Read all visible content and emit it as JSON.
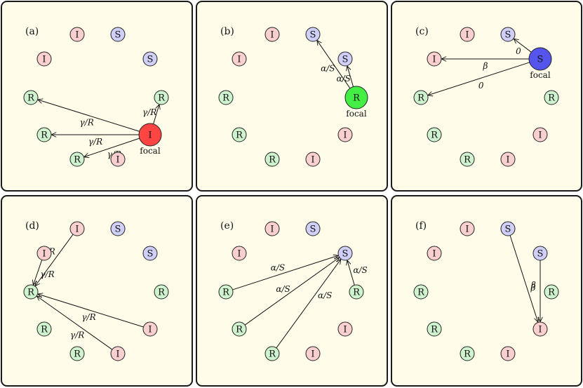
{
  "colors": {
    "I": "#f9cfcf",
    "S": "#cfcff7",
    "R": "#cff3cf",
    "focal_I": "#ff4444",
    "focal_S": "#5555ee",
    "focal_R": "#44ee44"
  },
  "labels": {
    "I": "I",
    "S": "S",
    "R": "R",
    "focal": "focal",
    "gamma_R": "γ/R",
    "alpha_S": "α/S",
    "beta": "β",
    "zero": "0"
  },
  "panels": [
    {
      "tag": "(a)",
      "nodes": [
        {
          "k": "I",
          "p": 0
        },
        {
          "k": "S",
          "p": 1
        },
        {
          "k": "I",
          "p": 2
        },
        {
          "k": "S",
          "p": 3
        },
        {
          "k": "R",
          "p": 4
        },
        {
          "k": "R",
          "p": 5
        },
        {
          "k": "R",
          "p": 6
        },
        {
          "k": "I",
          "p": 7,
          "focal": true
        },
        {
          "k": "R",
          "p": 8
        },
        {
          "k": "I",
          "p": 9
        }
      ],
      "edges": [
        {
          "from": 7,
          "to": 4,
          "label": "gamma_R"
        },
        {
          "from": 7,
          "to": 6,
          "label": "gamma_R"
        },
        {
          "from": 7,
          "to": 8,
          "label": "gamma_R"
        },
        {
          "from": 7,
          "to": 5,
          "label": "gamma_R"
        }
      ]
    },
    {
      "tag": "(b)",
      "nodes": [
        {
          "k": "I",
          "p": 0
        },
        {
          "k": "S",
          "p": 1
        },
        {
          "k": "I",
          "p": 2
        },
        {
          "k": "S",
          "p": 3
        },
        {
          "k": "R",
          "p": 4
        },
        {
          "k": "R",
          "p": 5,
          "focal": true
        },
        {
          "k": "R",
          "p": 6
        },
        {
          "k": "I",
          "p": 7
        },
        {
          "k": "R",
          "p": 8
        },
        {
          "k": "I",
          "p": 9
        }
      ],
      "edges": [
        {
          "from": 5,
          "to": 1,
          "label": "alpha_S"
        },
        {
          "from": 5,
          "to": 3,
          "label": "alpha_S"
        }
      ]
    },
    {
      "tag": "(c)",
      "nodes": [
        {
          "k": "I",
          "p": 0
        },
        {
          "k": "S",
          "p": 1
        },
        {
          "k": "I",
          "p": 2
        },
        {
          "k": "S",
          "p": 3,
          "focal": true
        },
        {
          "k": "R",
          "p": 4
        },
        {
          "k": "R",
          "p": 5
        },
        {
          "k": "R",
          "p": 6
        },
        {
          "k": "I",
          "p": 7
        },
        {
          "k": "R",
          "p": 8
        },
        {
          "k": "I",
          "p": 9
        }
      ],
      "edges": [
        {
          "from": 3,
          "to": 1,
          "label": "zero"
        },
        {
          "from": 3,
          "to": 2,
          "label": "beta"
        },
        {
          "from": 3,
          "to": 4,
          "label": "zero"
        }
      ]
    },
    {
      "tag": "(d)",
      "nodes": [
        {
          "k": "I",
          "p": 0
        },
        {
          "k": "S",
          "p": 1
        },
        {
          "k": "I",
          "p": 2
        },
        {
          "k": "S",
          "p": 3
        },
        {
          "k": "R",
          "p": 4
        },
        {
          "k": "R",
          "p": 5
        },
        {
          "k": "R",
          "p": 6
        },
        {
          "k": "I",
          "p": 7
        },
        {
          "k": "R",
          "p": 8
        },
        {
          "k": "I",
          "p": 9
        }
      ],
      "edges": [
        {
          "from": 0,
          "to": 4,
          "label": "gamma_R"
        },
        {
          "from": 2,
          "to": 4,
          "label": "gamma_R"
        },
        {
          "from": 7,
          "to": 4,
          "label": "gamma_R"
        },
        {
          "from": 9,
          "to": 4,
          "label": "gamma_R"
        }
      ]
    },
    {
      "tag": "(e)",
      "nodes": [
        {
          "k": "I",
          "p": 0
        },
        {
          "k": "S",
          "p": 1
        },
        {
          "k": "I",
          "p": 2
        },
        {
          "k": "S",
          "p": 3
        },
        {
          "k": "R",
          "p": 4
        },
        {
          "k": "R",
          "p": 5
        },
        {
          "k": "R",
          "p": 6
        },
        {
          "k": "I",
          "p": 7
        },
        {
          "k": "R",
          "p": 8
        },
        {
          "k": "I",
          "p": 9
        }
      ],
      "edges": [
        {
          "from": 4,
          "to": 3,
          "label": "alpha_S"
        },
        {
          "from": 6,
          "to": 3,
          "label": "alpha_S"
        },
        {
          "from": 8,
          "to": 3,
          "label": "alpha_S"
        },
        {
          "from": 5,
          "to": 3,
          "label": "alpha_S"
        }
      ]
    },
    {
      "tag": "(f)",
      "nodes": [
        {
          "k": "I",
          "p": 0
        },
        {
          "k": "S",
          "p": 1
        },
        {
          "k": "I",
          "p": 2
        },
        {
          "k": "S",
          "p": 3
        },
        {
          "k": "R",
          "p": 4
        },
        {
          "k": "R",
          "p": 5
        },
        {
          "k": "R",
          "p": 6
        },
        {
          "k": "I",
          "p": 7
        },
        {
          "k": "R",
          "p": 8
        },
        {
          "k": "I",
          "p": 9
        }
      ],
      "edges": [
        {
          "from": 1,
          "to": 7,
          "label": "beta"
        },
        {
          "from": 3,
          "to": 7,
          "label": "beta"
        }
      ]
    }
  ]
}
